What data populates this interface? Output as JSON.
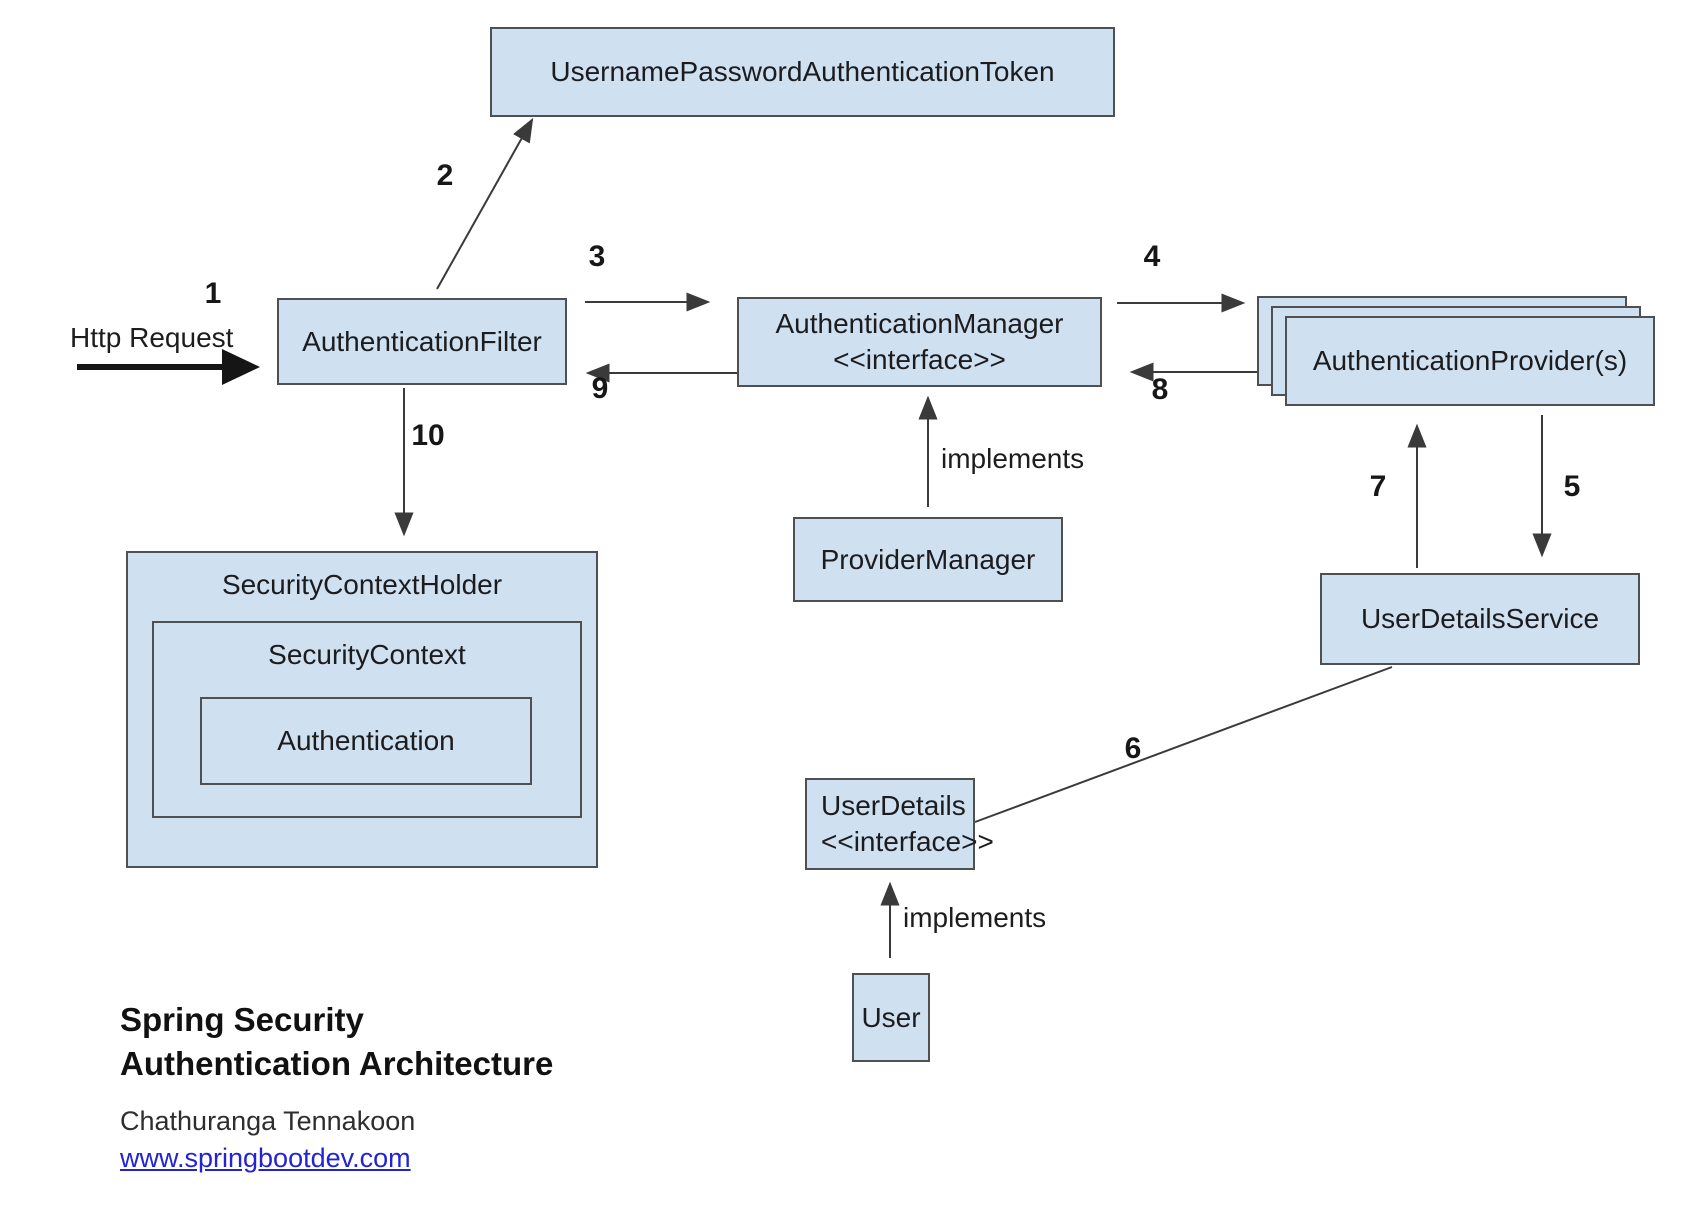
{
  "diagram": {
    "boxes": {
      "token": {
        "label": "UsernamePasswordAuthenticationToken"
      },
      "filter": {
        "label": "AuthenticationFilter"
      },
      "manager": {
        "line1": "AuthenticationManager",
        "line2": "<<interface>>"
      },
      "providers": {
        "label": "AuthenticationProvider(s)"
      },
      "provider_manager": {
        "label": "ProviderManager"
      },
      "user_details_service": {
        "label": "UserDetailsService"
      },
      "user_details": {
        "line1": "UserDetails",
        "line2": "<<interface>>"
      },
      "user": {
        "label": "User"
      },
      "security_context_holder": {
        "label": "SecurityContextHolder"
      },
      "security_context": {
        "label": "SecurityContext"
      },
      "authentication": {
        "label": "Authentication"
      }
    },
    "labels": {
      "http_request": "Http Request",
      "implements_top": "implements",
      "implements_bottom": "implements",
      "steps": {
        "s1": "1",
        "s2": "2",
        "s3": "3",
        "s4": "4",
        "s5": "5",
        "s6": "6",
        "s7": "7",
        "s8": "8",
        "s9": "9",
        "s10": "10"
      }
    },
    "footer": {
      "title_line1": "Spring Security",
      "title_line2": "Authentication Architecture",
      "author": "Chathuranga Tennakoon",
      "website": "www.springbootdev.com"
    },
    "colors": {
      "box_fill": "#cfe0f1",
      "box_border": "#4e5052",
      "line": "#3a3a3a",
      "text": "#1c1c1e",
      "link": "#2323d3"
    }
  }
}
